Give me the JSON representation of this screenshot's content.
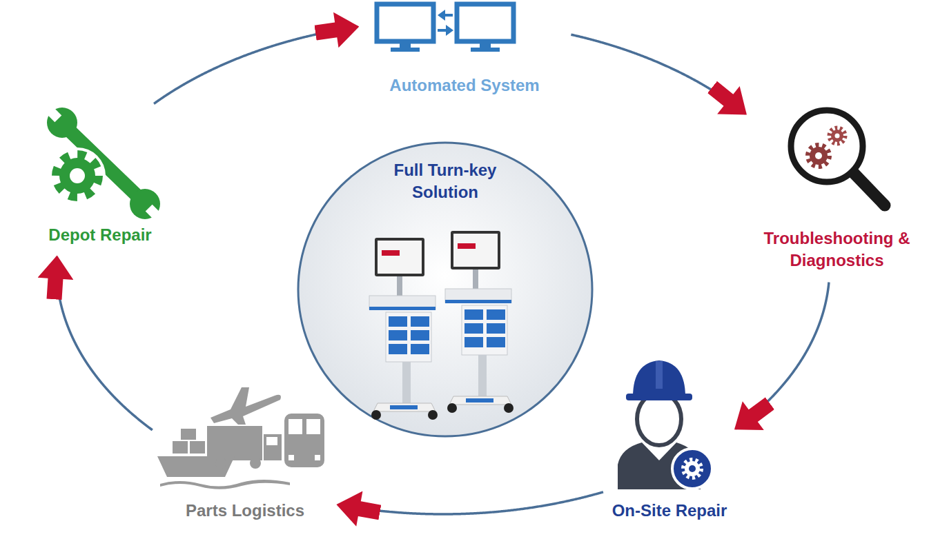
{
  "diagram": {
    "nodes": [
      {
        "text": [
          "Automated System"
        ]
      },
      {
        "text": [
          "Troubleshooting & Diagnostics"
        ]
      },
      {
        "text": [
          "On-Site Repair"
        ]
      },
      {
        "text": [
          "Parts Logistics"
        ]
      },
      {
        "text": [
          "Depot Repair"
        ]
      },
      {
        "text": [
          "Full Turn-key Solution"
        ]
      }
    ],
    "edges": [
      {
        "from": 0,
        "to": 1,
        "arrow": "to"
      },
      {
        "from": 1,
        "to": 2,
        "arrow": "to"
      },
      {
        "from": 2,
        "to": 3,
        "arrow": "to"
      },
      {
        "from": 3,
        "to": 4,
        "arrow": "to"
      },
      {
        "from": 4,
        "to": 0,
        "arrow": "to"
      }
    ]
  }
}
